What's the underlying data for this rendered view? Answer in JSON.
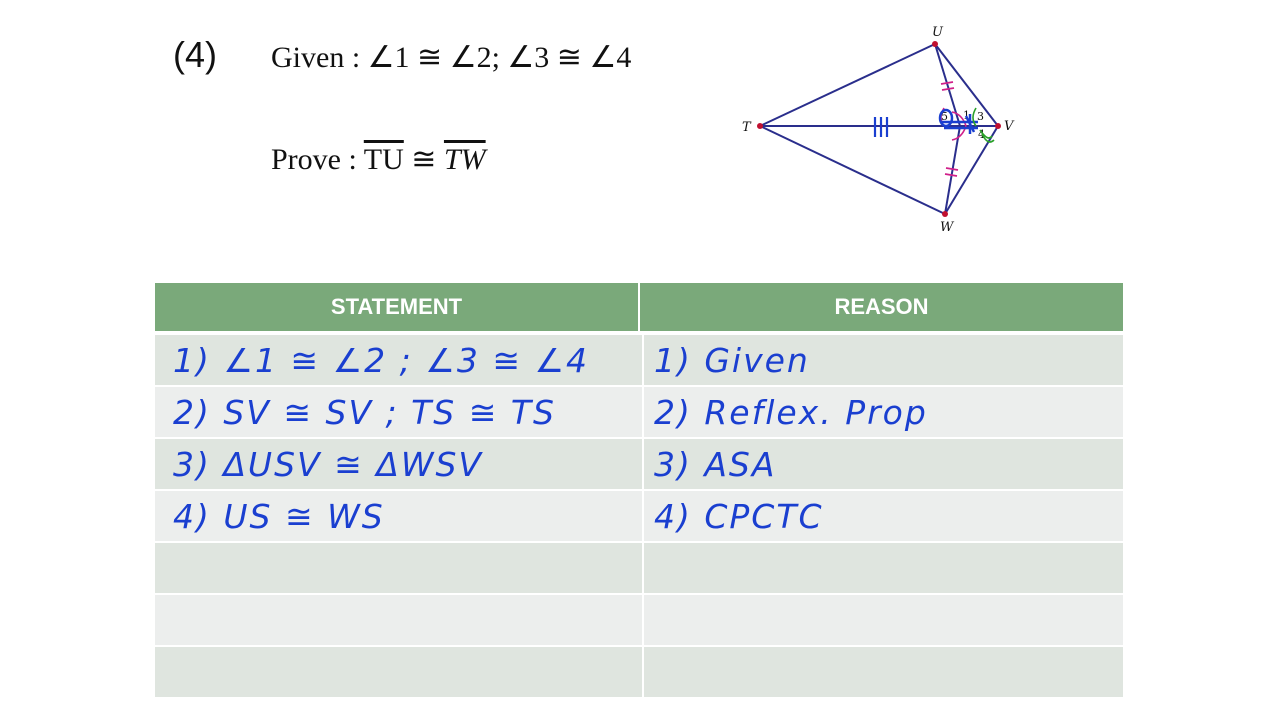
{
  "problem": {
    "number": "(4)",
    "given_prefix": "Given : ",
    "given_text": "∠1 ≅ ∠2;  ∠3 ≅ ∠4",
    "prove_prefix": "Prove : ",
    "prove_seg1": "TU",
    "prove_cong": " ≅ ",
    "prove_seg2": "TW"
  },
  "diagram": {
    "labels": {
      "U": "U",
      "T": "T",
      "V": "V",
      "W": "W"
    },
    "angle_labels": {
      "a5": "5",
      "a3": "3",
      "a4": "4",
      "a1": "1"
    },
    "colors": {
      "lines": "#2a2e8c",
      "magenta": "#d0208a",
      "blue": "#1a3fd0",
      "green": "#2aa02a",
      "point": "#c01030"
    }
  },
  "table": {
    "headers": [
      "STATEMENT",
      "REASON"
    ],
    "rows": [
      {
        "statement": "1) ∠1 ≅ ∠2 ; ∠3 ≅ ∠4",
        "reason": "1) Given"
      },
      {
        "statement": "2) SV ≅ SV ; TS ≅ TS",
        "reason": "2) Reflex. Prop"
      },
      {
        "statement": "3) ΔUSV ≅ ΔWSV",
        "reason": "3) ASA"
      },
      {
        "statement": "4) US ≅ WS",
        "reason": "4) CPCTC"
      },
      {
        "statement": "",
        "reason": ""
      },
      {
        "statement": "",
        "reason": ""
      },
      {
        "statement": "",
        "reason": ""
      }
    ]
  },
  "colors": {
    "header_bg": "#7aa97a",
    "row_dark": "#dfe5df",
    "row_light": "#eceeed",
    "ink": "#1a3fd0"
  }
}
